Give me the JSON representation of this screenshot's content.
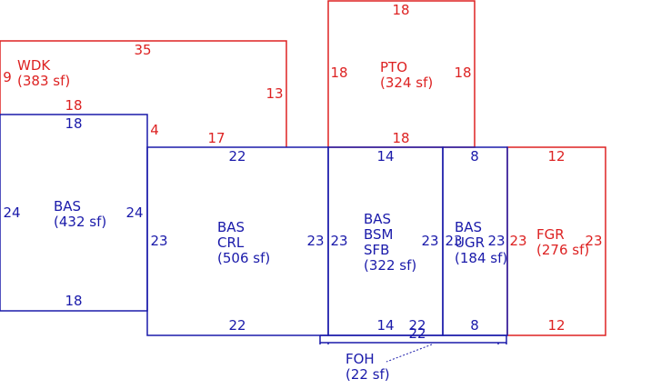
{
  "colors": {
    "living": "#1a1aaa",
    "other": "#dd2222"
  },
  "areas": [
    {
      "id": "wdk",
      "kind": "other",
      "lines": [
        "WDK",
        "(383 sf)"
      ],
      "dims": [
        "35",
        "9",
        "13",
        "18",
        "4",
        "17"
      ]
    },
    {
      "id": "pto",
      "kind": "other",
      "lines": [
        "PTO",
        "(324 sf)"
      ],
      "dims": [
        "18",
        "18",
        "18",
        "18"
      ]
    },
    {
      "id": "bas-1",
      "kind": "living",
      "lines": [
        "BAS",
        "(432 sf)"
      ],
      "dims": [
        "18",
        "24",
        "24",
        "18"
      ]
    },
    {
      "id": "bas-crl",
      "kind": "living",
      "lines": [
        "BAS",
        "CRL",
        "(506 sf)"
      ],
      "dims": [
        "22",
        "23",
        "23",
        "22"
      ]
    },
    {
      "id": "bas-bsm-sfb",
      "kind": "living",
      "lines": [
        "BAS",
        "BSM",
        "SFB",
        "(322 sf)"
      ],
      "dims": [
        "14",
        "23",
        "23",
        "14"
      ]
    },
    {
      "id": "bas-ugr",
      "kind": "living",
      "lines": [
        "BAS",
        "UGR",
        "(184 sf)"
      ],
      "dims": [
        "8",
        "23",
        "23",
        "8"
      ]
    },
    {
      "id": "fgr",
      "kind": "other",
      "lines": [
        "FGR",
        "(276 sf)"
      ],
      "dims": [
        "12",
        "23",
        "23",
        "12"
      ]
    },
    {
      "id": "foh",
      "kind": "living",
      "lines": [
        "FOH",
        "(22 sf)"
      ],
      "dims": [
        "22",
        "22"
      ]
    }
  ]
}
